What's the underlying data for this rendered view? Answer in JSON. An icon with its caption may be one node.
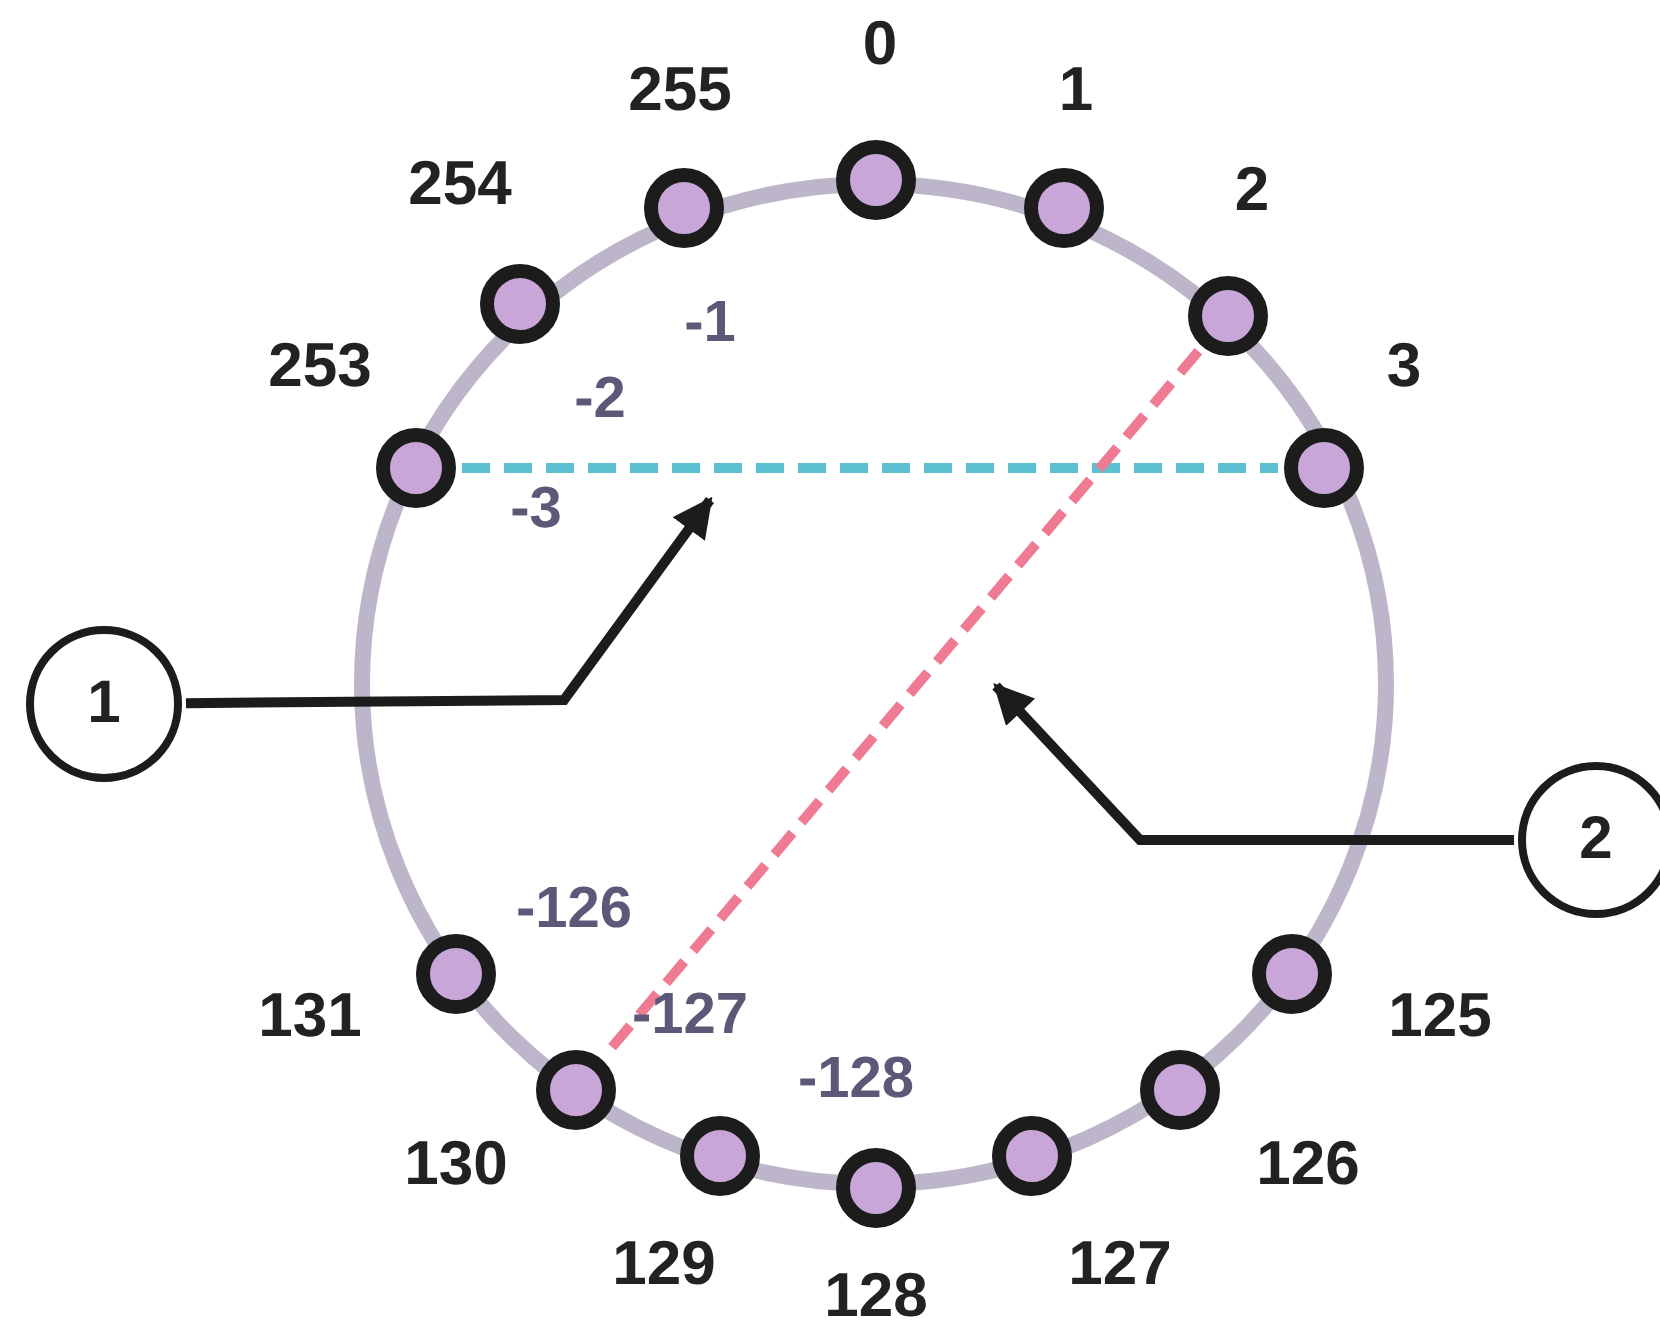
{
  "diagram": {
    "nodes": [
      {
        "text": [],
        "shape": "circle",
        "beside": [
          "0"
        ]
      },
      {
        "text": [],
        "shape": "circle",
        "beside": [
          "1"
        ]
      },
      {
        "text": [],
        "shape": "circle",
        "beside": [
          "2"
        ]
      },
      {
        "text": [],
        "shape": "circle",
        "beside": [
          "3"
        ]
      },
      {
        "text": [],
        "shape": "circle",
        "beside": [
          "255"
        ]
      },
      {
        "text": [],
        "shape": "circle",
        "beside": [
          "254"
        ]
      },
      {
        "text": [],
        "shape": "circle",
        "beside": [
          "253"
        ]
      },
      {
        "text": [],
        "shape": "circle",
        "beside": [
          "125"
        ]
      },
      {
        "text": [],
        "shape": "circle",
        "beside": [
          "126"
        ]
      },
      {
        "text": [],
        "shape": "circle",
        "beside": [
          "127"
        ]
      },
      {
        "text": [],
        "shape": "circle",
        "beside": [
          "128"
        ]
      },
      {
        "text": [],
        "shape": "circle",
        "beside": [
          "129"
        ]
      },
      {
        "text": [],
        "shape": "circle",
        "beside": [
          "130"
        ]
      },
      {
        "text": [],
        "shape": "circle",
        "beside": [
          "131"
        ]
      },
      {
        "text": [
          "1"
        ]
      },
      {
        "text": [
          "2"
        ]
      }
    ],
    "edges": [
      {
        "from": 6,
        "to": 3,
        "arrow": "none",
        "style": "dashed",
        "color": "#5bc0cf"
      },
      {
        "from": 2,
        "to": 12,
        "arrow": "none",
        "style": "dashed",
        "color": "#ee7b91"
      },
      {
        "from": 14,
        "to": null,
        "arrow": "to"
      },
      {
        "from": 15,
        "to": null,
        "arrow": "to"
      }
    ],
    "labels": [
      "-1",
      "-2",
      "-3",
      "-126",
      "-127",
      "-128"
    ]
  }
}
